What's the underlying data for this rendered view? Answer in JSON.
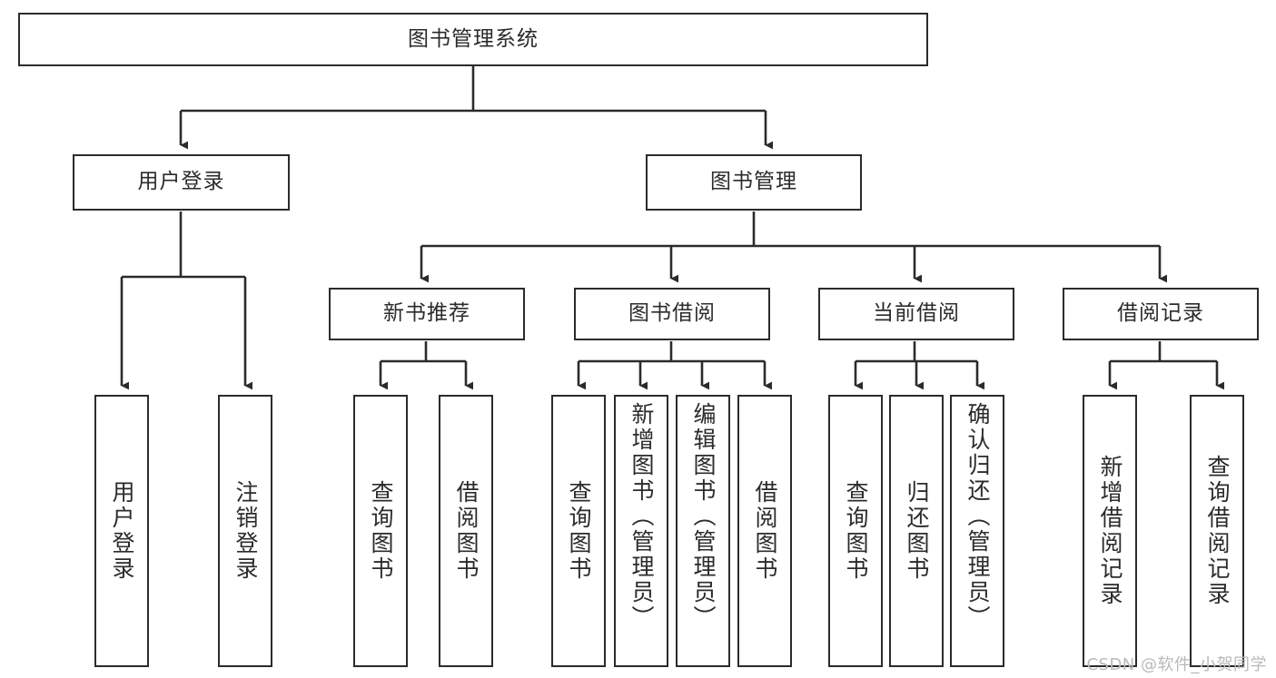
{
  "diagram": {
    "title": "图书管理系统",
    "type": "tree-hierarchy-diagram",
    "colors": {
      "stroke": "#2b2b2b",
      "fill": "#ffffff",
      "text": "#2b2b2b",
      "watermark": "#b9b9b9"
    },
    "root": {
      "label": "图书管理系统"
    },
    "level2": [
      {
        "label": "用户登录"
      },
      {
        "label": "图书管理"
      }
    ],
    "level3": [
      {
        "label": "新书推荐"
      },
      {
        "label": "图书借阅"
      },
      {
        "label": "当前借阅"
      },
      {
        "label": "借阅记录"
      }
    ],
    "leaves": {
      "user_login": [
        {
          "label": "用户登录"
        },
        {
          "label": "注销登录"
        }
      ],
      "new_book_recommend": [
        {
          "label": "查询图书"
        },
        {
          "label": "借阅图书"
        }
      ],
      "book_borrow": [
        {
          "label": "查询图书"
        },
        {
          "label": "新增图书（管理员）"
        },
        {
          "label": "编辑图书（管理员）"
        },
        {
          "label": "借阅图书"
        }
      ],
      "current_borrow": [
        {
          "label": "查询图书"
        },
        {
          "label": "归还图书"
        },
        {
          "label": "确认归还（管理员）"
        }
      ],
      "borrow_record": [
        {
          "label": "新增借阅记录"
        },
        {
          "label": "查询借阅记录"
        }
      ]
    }
  },
  "watermark": {
    "text": "CSDN @软件_小贺同学"
  }
}
